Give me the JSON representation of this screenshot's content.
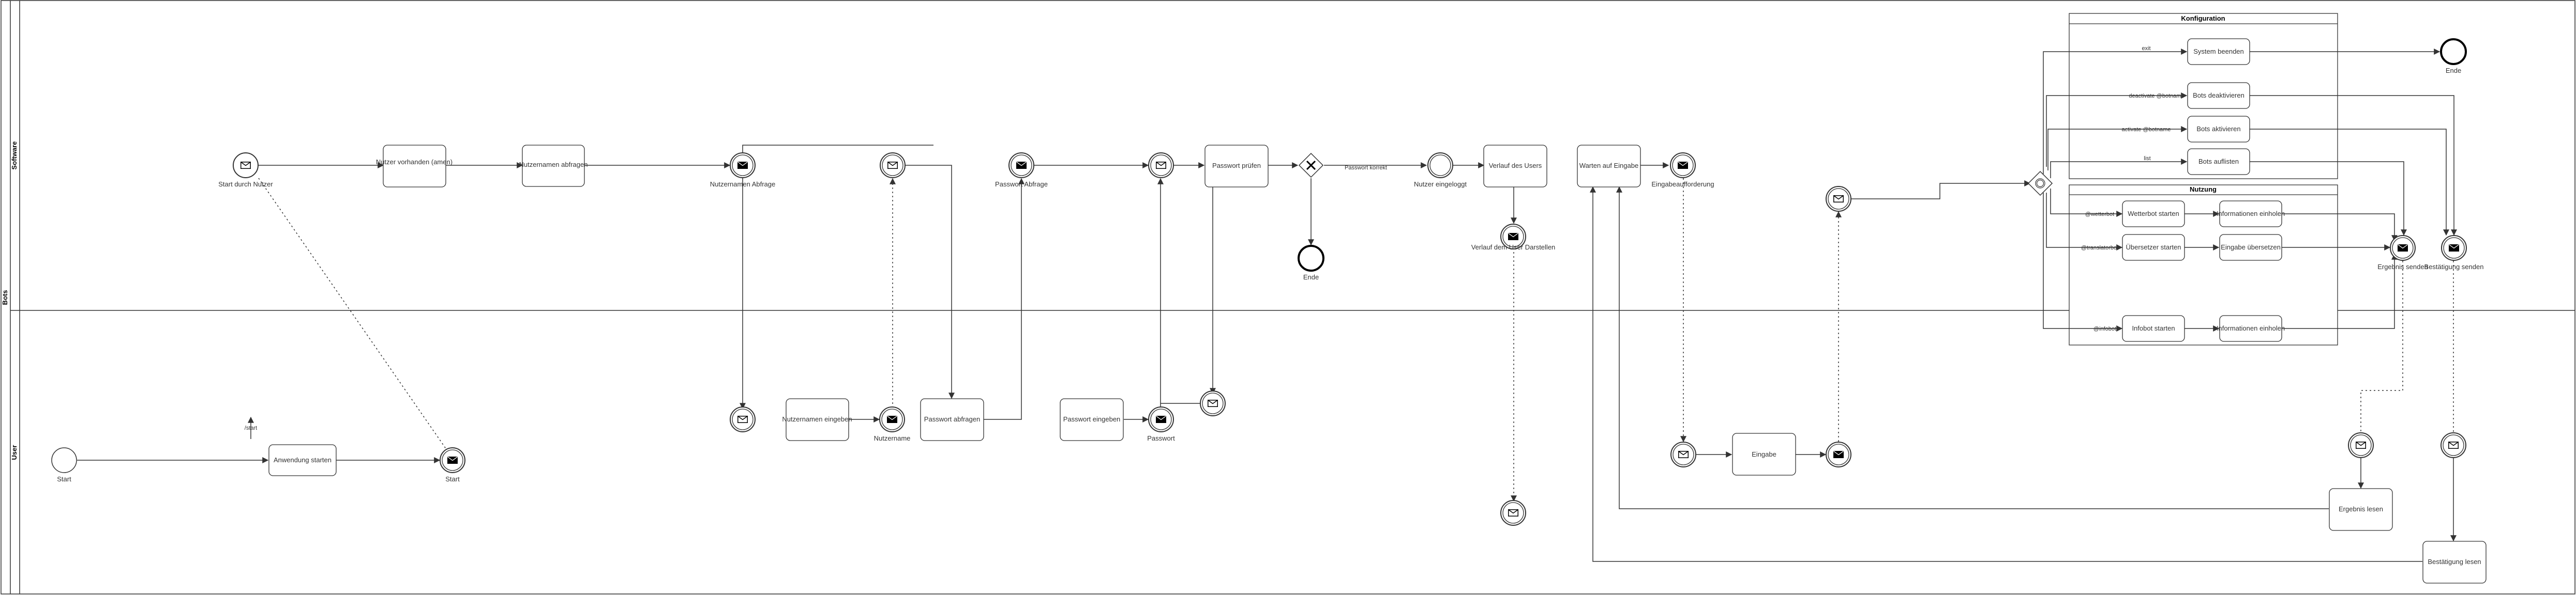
{
  "pools": {
    "outer": "Bots",
    "software": "Software",
    "user": "User"
  },
  "groups": {
    "konfiguration": "Konfiguration",
    "nutzung": "Nutzung"
  },
  "tasks": {
    "nutzer_vorhanden": "Nutzer vorhanden (amen)",
    "nutzernamen_abfragen": "Nutzernamen abfragen",
    "passwort_pruefen": "Passwort prüfen",
    "verlauf_des_users": "Verlauf des Users",
    "warten_eingabe": "Warten auf Eingabe",
    "system_beenden": "System beenden",
    "bots_deaktivieren": "Bots deaktivieren",
    "bots_aktivieren": "Bots aktivieren",
    "bots_auflisten": "Bots auflisten",
    "wetterbot_starten": "Wetterbot starten",
    "informationen_einholen_1": "Informationen einholen",
    "uebersetzer_starten": "Übersetzer starten",
    "eingabe_uebersetzen": "Eingabe übersetzen",
    "infobot_starten": "Infobot starten",
    "informationen_einholen_2": "Informationen einholen",
    "anwendung_starten": "Anwendung starten",
    "nutzernamen_eingeben": "Nutzernamen eingeben",
    "passwort_abfragen": "Passwort abfragen",
    "passwort_eingeben": "Passwort eingeben",
    "eingabe": "Eingabe",
    "ergebnis_lesen": "Ergebnis lesen",
    "bestaetigung_lesen": "Bestätigung lesen"
  },
  "events": {
    "start_durch_nutzer": "Start durch Nutzer",
    "nutzernamen_abfrage": "Nutzernamen Abfrage",
    "passwort_abfrage": "Passwort Abfrage",
    "ende_sw": "Ende",
    "nutzer_eingeloggt": "Nutzer eingeloggt",
    "verlauf_darstellen": "Verlauf dem User Darstellen",
    "eingabeaufforderung": "Eingabeaufforderung",
    "ergebnis_senden": "Ergebnis senden",
    "bestaetigung_senden": "Bestätigung senden",
    "ende_top": "Ende",
    "start_user": "Start",
    "start_user_msg": "Start",
    "nutzername": "Nutzername",
    "passwort": "Passwort"
  },
  "edges": {
    "passwort_korrekt": "Passwort korrekt",
    "exit": "exit",
    "deactivate": "deactivate @botname",
    "activate": "activate @botname",
    "list": "list",
    "wetterbot": "@wetterbot",
    "translator": "@translatorbot",
    "infobot": "@infobot",
    "start": "/start"
  }
}
